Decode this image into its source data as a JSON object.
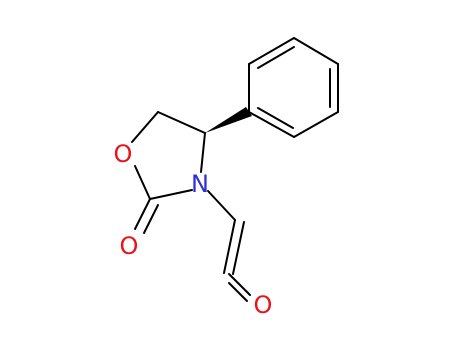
{
  "molecule": {
    "atoms": [
      {
        "id": "ring_o",
        "label": "O",
        "color": "#e8141c"
      },
      {
        "id": "ring_n",
        "label": "N",
        "color": "#2f2fd8"
      },
      {
        "id": "carbonyl_o",
        "label": "O",
        "color": "#e8141c"
      },
      {
        "id": "aldehyde_o",
        "label": "O",
        "color": "#e8141c"
      }
    ],
    "bond_color": "#000000"
  }
}
